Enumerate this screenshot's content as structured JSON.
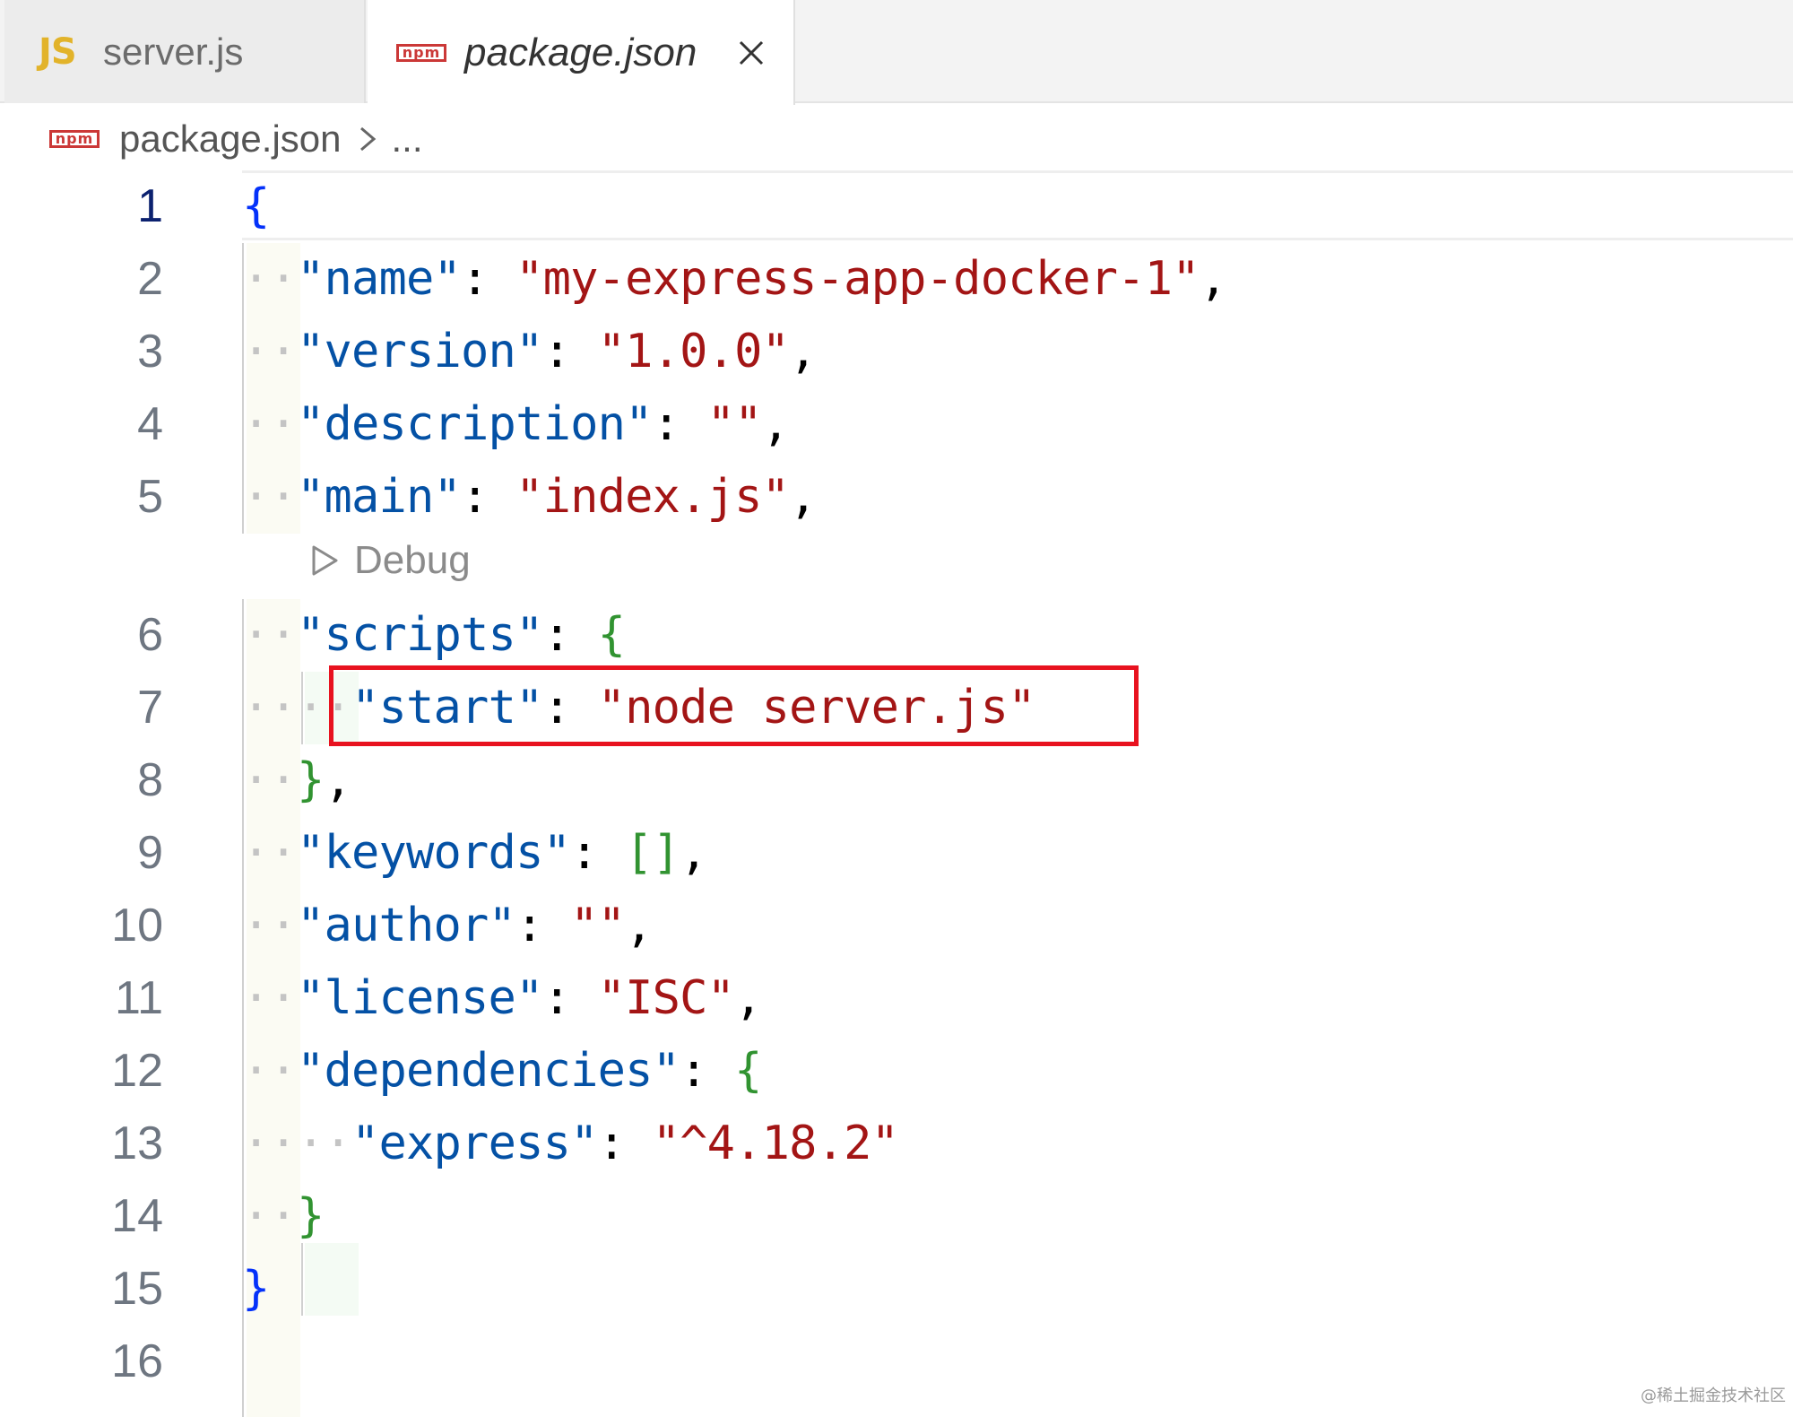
{
  "tabs": [
    {
      "icon": "JS",
      "label": "server.js",
      "active": false
    },
    {
      "icon": "npm",
      "label": "package.json",
      "active": true
    }
  ],
  "breadcrumb": {
    "icon": "npm",
    "file": "package.json",
    "separator": "›",
    "more": "..."
  },
  "codelens": {
    "label": "Debug"
  },
  "editor": {
    "active_line": 1,
    "highlighted_line": 7,
    "lines": [
      {
        "n": "1"
      },
      {
        "n": "2",
        "key": "\"name\"",
        "value": "\"my-express-app-docker-1\""
      },
      {
        "n": "3",
        "key": "\"version\"",
        "value": "\"1.0.0\""
      },
      {
        "n": "4",
        "key": "\"description\"",
        "value": "\"\""
      },
      {
        "n": "5",
        "key": "\"main\"",
        "value": "\"index.js\""
      },
      {
        "n": "6",
        "key": "\"scripts\""
      },
      {
        "n": "7",
        "key": "\"start\"",
        "value": "\"node server.js\""
      },
      {
        "n": "8"
      },
      {
        "n": "9",
        "key": "\"keywords\"",
        "value": "[]"
      },
      {
        "n": "10",
        "key": "\"author\"",
        "value": "\"\""
      },
      {
        "n": "11",
        "key": "\"license\"",
        "value": "\"ISC\""
      },
      {
        "n": "12",
        "key": "\"dependencies\""
      },
      {
        "n": "13",
        "key": "\"express\"",
        "value": "\"^4.18.2\""
      },
      {
        "n": "14"
      },
      {
        "n": "15"
      },
      {
        "n": "16"
      }
    ]
  },
  "watermark": "@稀土掘金技术社区",
  "colors": {
    "key": "#0451a5",
    "string": "#a31515",
    "brace_outer": "#0431fa",
    "brace_inner": "#319331",
    "highlight_box": "#e8121f",
    "npm": "#cb3837",
    "js": "#e2b32a"
  }
}
